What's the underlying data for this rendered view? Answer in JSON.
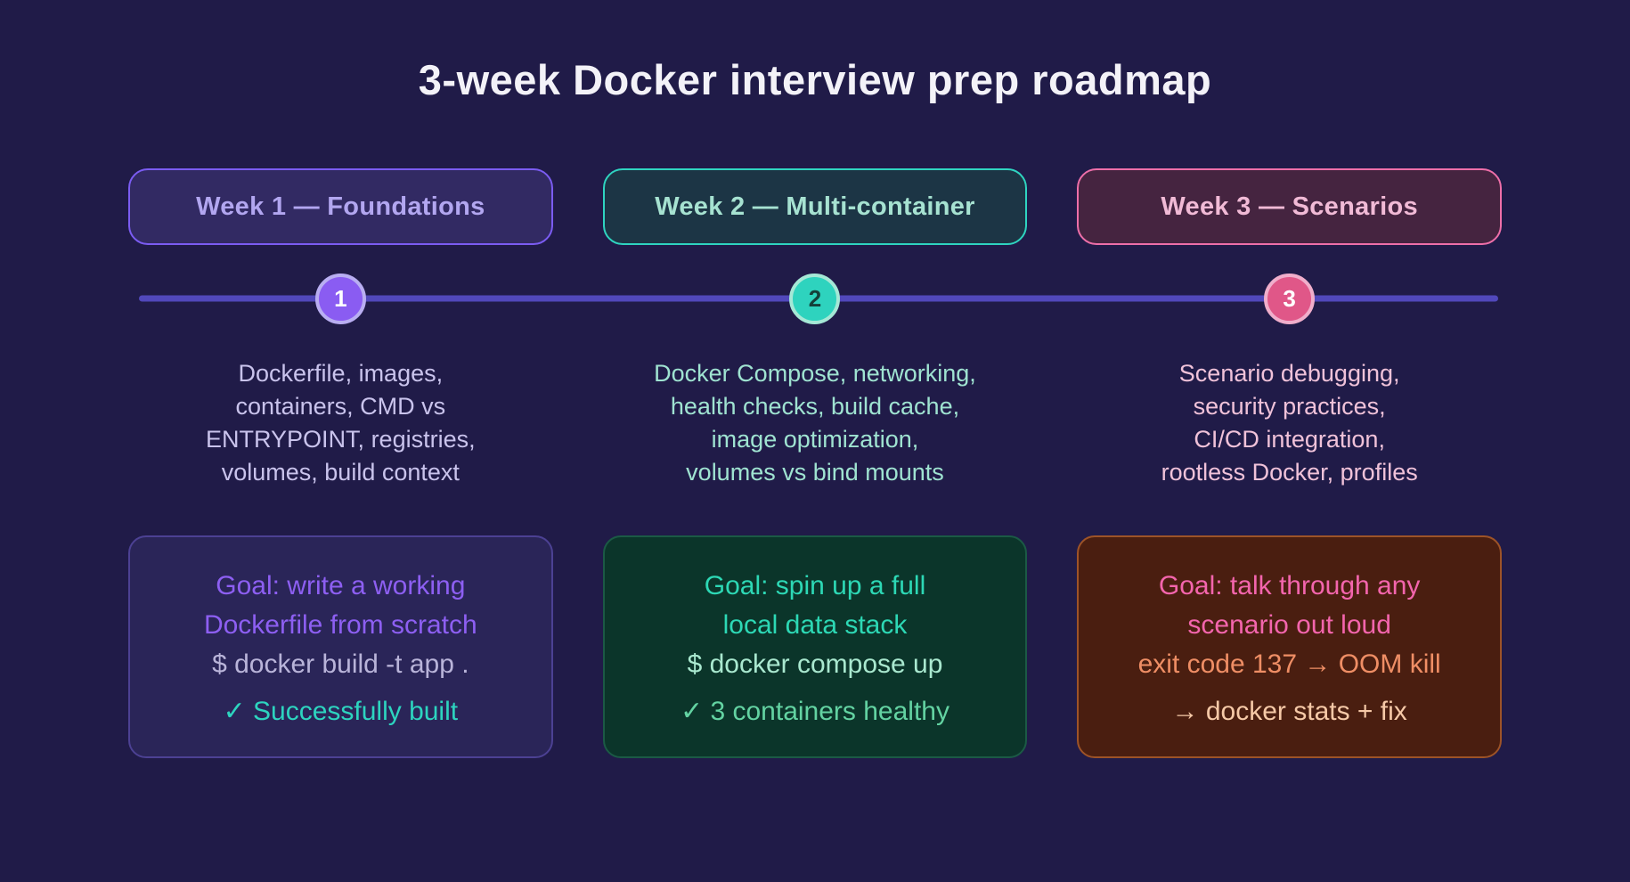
{
  "title": "3-week Docker interview prep roadmap",
  "theme": {
    "background": "#201b48",
    "title_color": "#f3f2f8",
    "timeline_color": "#5148bb"
  },
  "weeks": [
    {
      "pill_label": "Week 1 — Foundations",
      "node_number": "1",
      "topic_lines": [
        "Dockerfile, images,",
        "containers, CMD vs",
        "ENTRYPOINT, registries,",
        "volumes, build context"
      ],
      "goal_lines": [
        "Goal: write a working",
        "Dockerfile from scratch"
      ],
      "command": "$ docker build -t app .",
      "result": "✓ Successfully built",
      "colors": {
        "pill_bg": "#322a63",
        "pill_border": "#7b5cf2",
        "pill_text": "#b2a6f0",
        "node_bg": "#8a5cf2",
        "node_ring": "#b9aef2",
        "node_text": "#ffffff",
        "topic_text": "#c9c3ec",
        "card_bg": "#2a2558",
        "card_border": "#4c4193",
        "goal_text": "#8d5ff2",
        "command_text": "#b9b4d9",
        "result_text": "#2dd4bf"
      }
    },
    {
      "pill_label": "Week 2 — Multi-container",
      "node_number": "2",
      "topic_lines": [
        "Docker Compose, networking,",
        "health checks, build cache,",
        "image optimization,",
        "volumes vs bind mounts"
      ],
      "goal_lines": [
        "Goal: spin up a full",
        "local data stack"
      ],
      "command": "$ docker compose up",
      "result": "✓ 3 containers healthy",
      "colors": {
        "pill_bg": "#1c3545",
        "pill_border": "#2fd4c0",
        "pill_text": "#a6e2d1",
        "node_bg": "#2ed3be",
        "node_ring": "#a5e8d6",
        "node_text": "#14403a",
        "topic_text": "#9fe3d1",
        "card_bg": "#0b352a",
        "card_border": "#1b5a45",
        "goal_text": "#2dd8b5",
        "command_text": "#a9e8cf",
        "result_text": "#63d3a2"
      }
    },
    {
      "pill_label": "Week 3 — Scenarios",
      "node_number": "3",
      "topic_lines": [
        "Scenario debugging,",
        "security practices,",
        "CI/CD integration,",
        "rootless Docker, profiles"
      ],
      "goal_lines": [
        "Goal: talk through any",
        "scenario out loud"
      ],
      "command": "exit code 137 → OOM kill",
      "result": "→ docker stats + fix",
      "colors": {
        "pill_bg": "#452440",
        "pill_border": "#ee6fa9",
        "pill_text": "#f1bad6",
        "node_bg": "#e05788",
        "node_ring": "#f0aecb",
        "node_text": "#ffffff",
        "topic_text": "#f0c2d9",
        "card_bg": "#4a1e10",
        "card_border": "#9d5327",
        "goal_text": "#f365ad",
        "command_text": "#ef8e65",
        "result_text": "#f6c9a7"
      }
    }
  ]
}
